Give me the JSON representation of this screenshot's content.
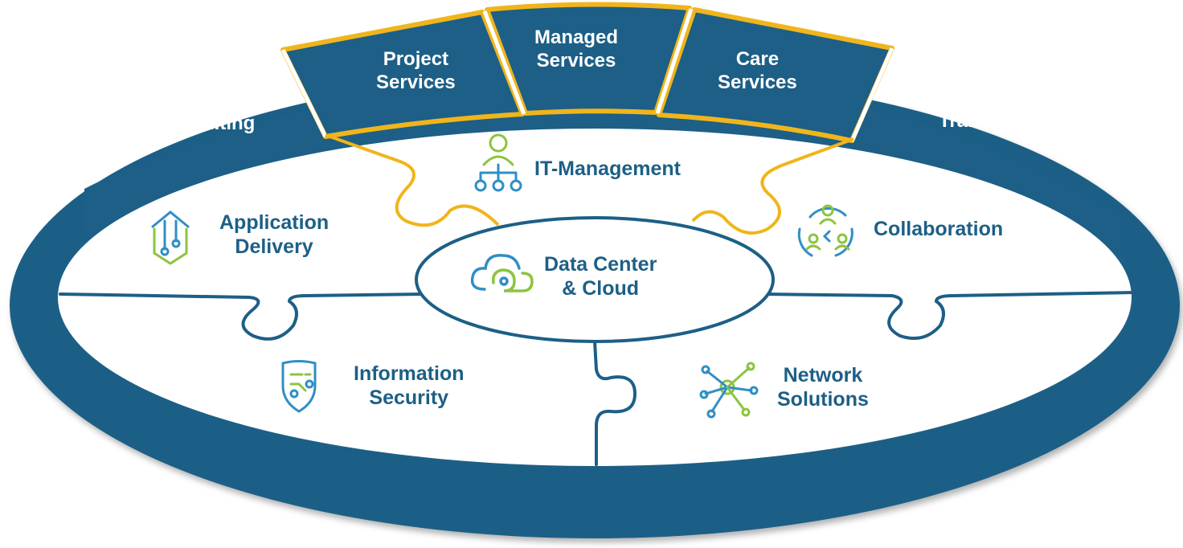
{
  "colors": {
    "ring": "#1d5f86",
    "ring_dark": "#174f70",
    "highlight": "#f0b51c",
    "text_dark": "#1d5f86",
    "text_light": "#ffffff",
    "icon_blue": "#2f8fc4",
    "icon_green": "#8cc43f"
  },
  "services": {
    "consulting": "Consulting",
    "project": {
      "line1": "Project",
      "line2": "Services"
    },
    "managed": {
      "line1": "Managed",
      "line2": "Services"
    },
    "care": {
      "line1": "Care",
      "line2": "Services"
    },
    "training": "Training"
  },
  "segments": {
    "it_management": {
      "label": "IT-Management",
      "icon": "org-hierarchy-icon"
    },
    "application_delivery": {
      "line1": "Application",
      "line2": "Delivery",
      "icon": "upload-circuit-icon"
    },
    "collaboration": {
      "label": "Collaboration",
      "icon": "people-cycle-icon"
    },
    "data_center": {
      "line1": "Data Center",
      "line2": "& Cloud",
      "icon": "cloud-icon"
    },
    "information_security": {
      "line1": "Information",
      "line2": "Security",
      "icon": "shield-circuit-icon"
    },
    "network_solutions": {
      "line1": "Network",
      "line2": "Solutions",
      "icon": "network-nodes-icon"
    }
  }
}
